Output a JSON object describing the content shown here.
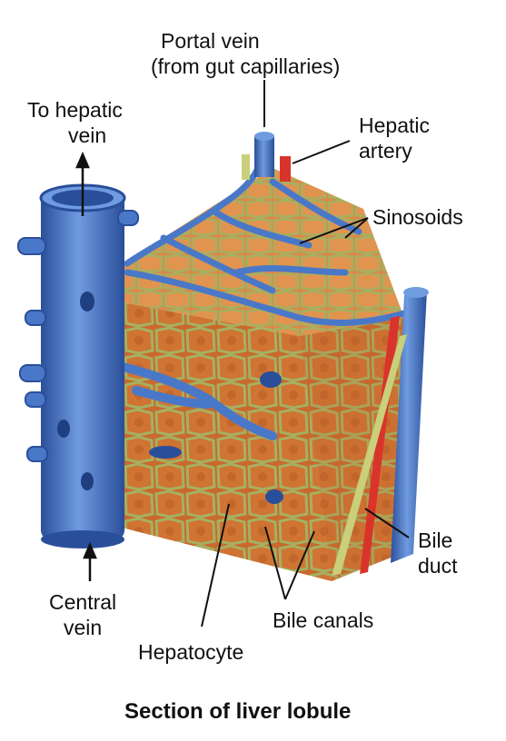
{
  "labels": {
    "portal_vein_line1": "Portal vein",
    "portal_vein_line2": "(from gut capillaries)",
    "to_hepatic_line1": "To hepatic",
    "to_hepatic_line2": "vein",
    "hepatic_artery_line1": "Hepatic",
    "hepatic_artery_line2": "artery",
    "sinosoids": "Sinosoids",
    "bile_duct_line1": "Bile",
    "bile_duct_line2": "duct",
    "central_vein_line1": "Central",
    "central_vein_line2": "vein",
    "bile_canals": "Bile canals",
    "hepatocyte": "Hepatocyte"
  },
  "caption": "Section of liver lobule",
  "colors": {
    "vein": "#4a78c8",
    "vein_dark": "#2a4f9a",
    "tissue": "#c9692e",
    "cell_border": "#a6b060",
    "artery": "#d9342b",
    "bile_duct": "#c9cf7a"
  }
}
